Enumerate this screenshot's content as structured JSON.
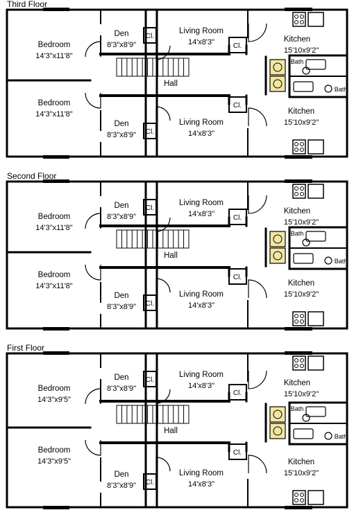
{
  "floors": [
    {
      "title": "Third Floor",
      "rooms": {
        "bedroom_top": {
          "name": "Bedroom",
          "dims": "14'3\"x11'8\""
        },
        "bedroom_bottom": {
          "name": "Bedroom",
          "dims": "14'3\"x11'8\""
        },
        "den_top": {
          "name": "Den",
          "dims": "8'3\"x8'9\""
        },
        "den_bottom": {
          "name": "Den",
          "dims": "8'3\"x8'9\""
        },
        "living_top": {
          "name": "Living Room",
          "dims": "14'x8'3\""
        },
        "living_bottom": {
          "name": "Living Room",
          "dims": "14'x8'3\""
        },
        "kitchen_top": {
          "name": "Kitchen",
          "dims": "15'10x9'2\""
        },
        "kitchen_bottom": {
          "name": "Kitchen",
          "dims": "15'10x9'2\""
        },
        "hall": {
          "name": "Hall"
        },
        "bath_top": {
          "name": "Bath"
        },
        "bath_bottom": {
          "name": "Bath"
        },
        "closet": "Cl."
      }
    },
    {
      "title": "Second Floor",
      "rooms": {
        "bedroom_top": {
          "name": "Bedroom",
          "dims": "14'3\"x11'8\""
        },
        "bedroom_bottom": {
          "name": "Bedroom",
          "dims": "14'3\"x11'8\""
        },
        "den_top": {
          "name": "Den",
          "dims": "8'3\"x8'9\""
        },
        "den_bottom": {
          "name": "Den",
          "dims": "8'3\"x8'9\""
        },
        "living_top": {
          "name": "Living Room",
          "dims": "14'x8'3\""
        },
        "living_bottom": {
          "name": "Living Room",
          "dims": "14'x8'3\""
        },
        "kitchen_top": {
          "name": "Kitchen",
          "dims": "15'10x9'2\""
        },
        "kitchen_bottom": {
          "name": "Kitchen",
          "dims": "15'10x9'2\""
        },
        "hall": {
          "name": "Hall"
        },
        "bath_top": {
          "name": "Bath"
        },
        "bath_bottom": {
          "name": "Bath"
        },
        "closet": "Cl."
      }
    },
    {
      "title": "First Floor",
      "rooms": {
        "bedroom_top": {
          "name": "Bedroom",
          "dims": "14'3\"x9'5\""
        },
        "bedroom_bottom": {
          "name": "Bedroom",
          "dims": "14'3\"x9'5\""
        },
        "den_top": {
          "name": "Den",
          "dims": "8'3\"x8'9\""
        },
        "den_bottom": {
          "name": "Den",
          "dims": "8'3\"x8'9\""
        },
        "living_top": {
          "name": "Living Room",
          "dims": "14'x8'3\""
        },
        "living_bottom": {
          "name": "Living Room",
          "dims": "14'x8'3\""
        },
        "kitchen_top": {
          "name": "Kitchen",
          "dims": "15'10x9'2\""
        },
        "kitchen_bottom": {
          "name": "Kitchen",
          "dims": "15'10x9'2\""
        },
        "hall": {
          "name": "Hall"
        },
        "bath_top": {
          "name": "Bath"
        },
        "bath_bottom": {
          "name": "Bath"
        },
        "closet": "Cl."
      }
    }
  ],
  "colors": {
    "wall": "#000000",
    "fixture_fill": "#f3e6a0",
    "background": "#ffffff"
  }
}
